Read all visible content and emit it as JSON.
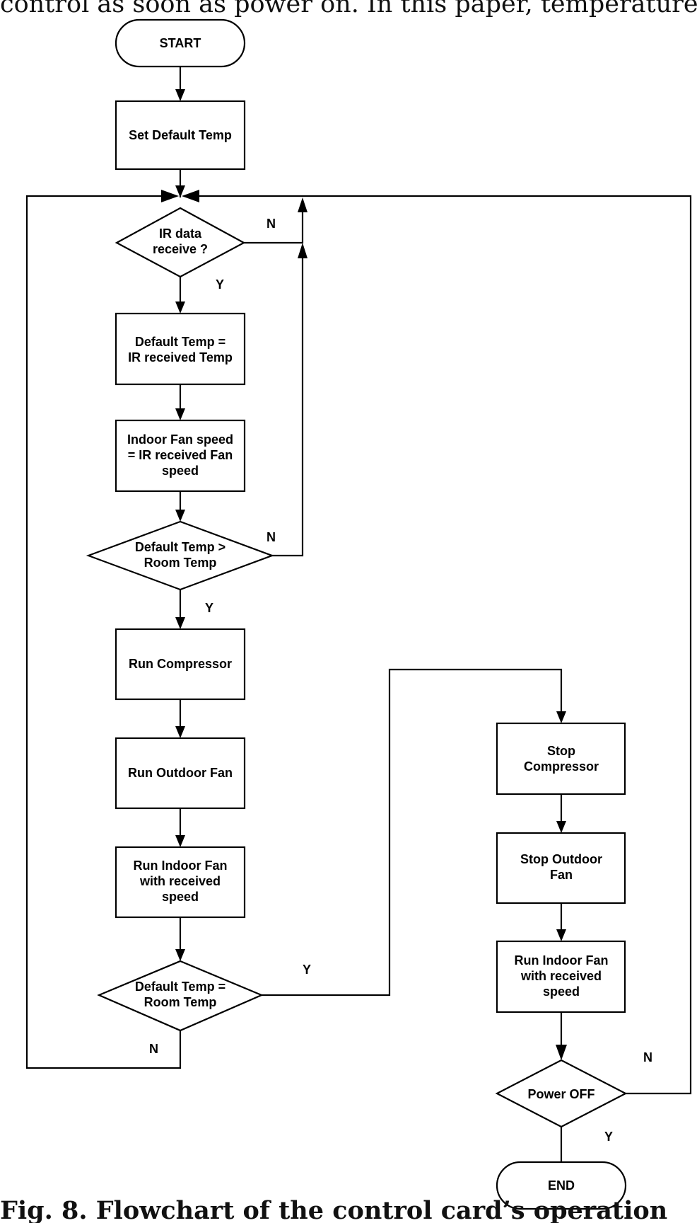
{
  "page": {
    "top_text": "control as soon as power on. In this paper, temperature",
    "caption": "Fig. 8. Flowchart of the control card’s operation"
  },
  "nodes": {
    "start": [
      "START"
    ],
    "set_default": [
      "Set Default Temp"
    ],
    "ir_data": [
      "IR data",
      "receive ?"
    ],
    "default_eq_ir": [
      "Default Temp =",
      "IR received Temp"
    ],
    "indoor_fan_speed": [
      "Indoor Fan speed",
      "= IR received Fan",
      "speed"
    ],
    "temp_gt_room": [
      "Default Temp >",
      "Room Temp"
    ],
    "run_compressor": [
      "Run Compressor"
    ],
    "run_outdoor_fan": [
      "Run Outdoor Fan"
    ],
    "run_indoor_fan_left": [
      "Run Indoor Fan",
      "with received",
      "speed"
    ],
    "temp_eq_room": [
      "Default Temp =",
      "Room Temp"
    ],
    "stop_compressor": [
      "Stop",
      "Compressor"
    ],
    "stop_outdoor_fan": [
      "Stop Outdoor",
      "Fan"
    ],
    "run_indoor_fan_right": [
      "Run Indoor Fan",
      "with received",
      "speed"
    ],
    "power_off": [
      "Power OFF"
    ],
    "end": [
      "END"
    ]
  },
  "edge_labels": {
    "ir_no": "N",
    "ir_yes": "Y",
    "gt_no": "N",
    "gt_yes": "Y",
    "eq_yes": "Y",
    "eq_no": "N",
    "power_no": "N",
    "power_yes": "Y"
  }
}
